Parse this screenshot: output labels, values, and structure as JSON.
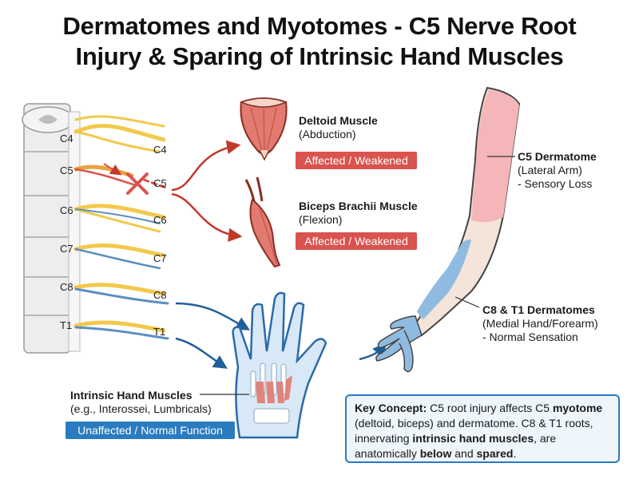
{
  "title_line1": "Dermatomes and Myotomes - C5 Nerve Root",
  "title_line2": "Injury & Sparing of Intrinsic Hand Muscles",
  "spine_labels": [
    "C4",
    "C5",
    "C6",
    "C7",
    "C8",
    "T1"
  ],
  "root_labels": [
    "C4",
    "C5",
    "C6",
    "C7",
    "C8",
    "T1"
  ],
  "deltoid": {
    "name": "Deltoid Muscle",
    "action": "(Abduction)",
    "status": "Affected / Weakened"
  },
  "biceps": {
    "name": "Biceps Brachii Muscle",
    "action": "(Flexion)",
    "status": "Affected / Weakened"
  },
  "c5_dermatome": {
    "name": "C5 Dermatome",
    "line2": "(Lateral Arm)",
    "line3": "- Sensory Loss"
  },
  "c8t1_dermatome": {
    "name": "C8 & T1 Dermatomes",
    "line2": "(Medial Hand/Forearm)",
    "line3": "- Normal Sensation"
  },
  "hand": {
    "name": "Intrinsic Hand Muscles",
    "examples": "(e.g., Interossei, Lumbricals)",
    "status": "Unaffected / Normal Function"
  },
  "key_concept": {
    "label": "Key Concept:",
    "t1": " C5 root injury affects C5 ",
    "b1": "myotome",
    "t2": " (deltoid, biceps) and dermatome. C8 & T1 roots, innervating ",
    "b2": "intrinsic hand muscles",
    "t3": ", are anatomically ",
    "b3": "below",
    "t4": " and ",
    "b4": "spared",
    "t5": "."
  },
  "colors": {
    "affected": "#d9534f",
    "spared": "#2a7bbf",
    "nerve_yellow": "#f2c94c",
    "c5_skin": "#f4b6b8",
    "c8t1_skin": "#8fbbe0"
  }
}
